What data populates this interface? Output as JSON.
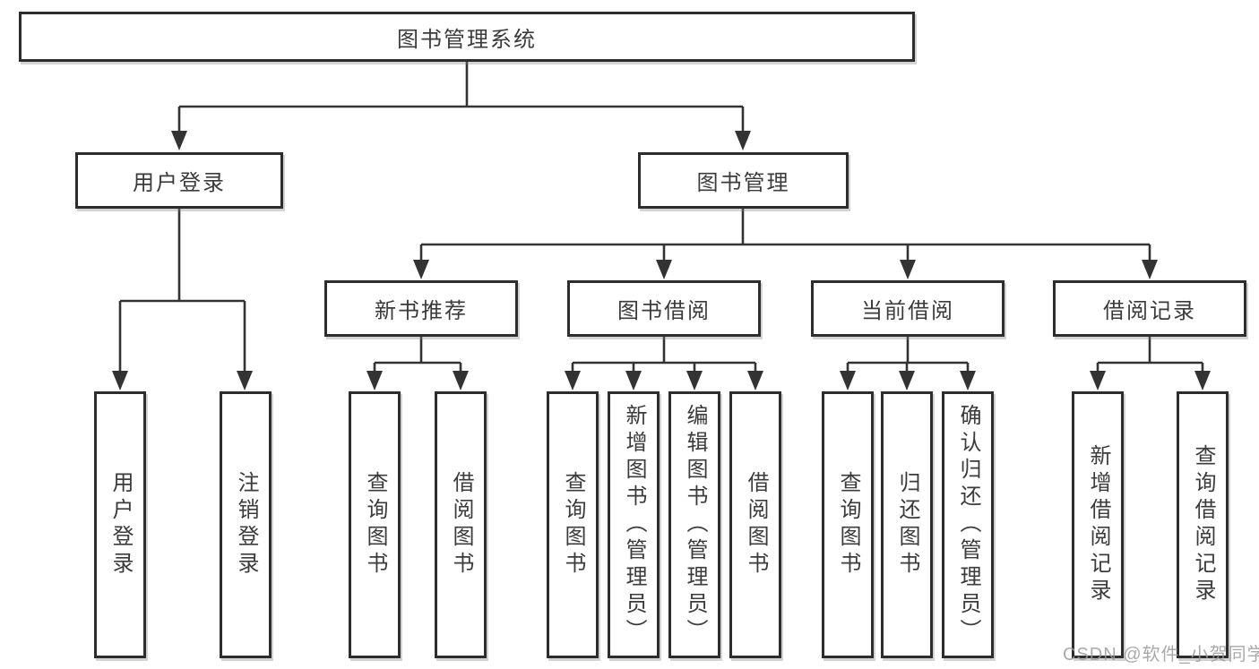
{
  "diagram": {
    "title": "图书管理系统",
    "root": {
      "label": "图书管理系统"
    },
    "level1": [
      {
        "label": "用户登录"
      },
      {
        "label": "图书管理"
      }
    ],
    "level2": [
      {
        "label": "新书推荐"
      },
      {
        "label": "图书借阅"
      },
      {
        "label": "当前借阅"
      },
      {
        "label": "借阅记录"
      }
    ],
    "leaves": [
      {
        "label": "用户登录"
      },
      {
        "label": "注销登录"
      },
      {
        "label": "查询图书"
      },
      {
        "label": "借阅图书"
      },
      {
        "label": "查询图书"
      },
      {
        "label": "新增图书（管理员）"
      },
      {
        "label": "编辑图书（管理员）"
      },
      {
        "label": "借阅图书"
      },
      {
        "label": "查询图书"
      },
      {
        "label": "归还图书"
      },
      {
        "label": "确认归还（管理员）"
      },
      {
        "label": "新增借阅记录"
      },
      {
        "label": "查询借阅记录"
      }
    ]
  },
  "watermark": {
    "text": "CSDN @软件_小贺同学"
  },
  "colors": {
    "line": "#333333",
    "box_border": "#2d2d2d",
    "text": "#3b3b3b",
    "watermark": "#9b9b9b",
    "background": "#ffffff"
  }
}
